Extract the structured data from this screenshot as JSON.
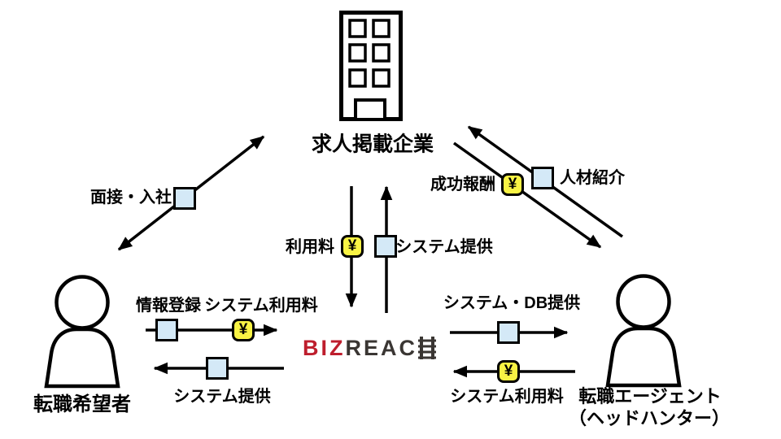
{
  "diagram": {
    "nodes": {
      "company": {
        "label": "求人掲載企業",
        "icon": "building-icon"
      },
      "job_seeker": {
        "label": "転職希望者",
        "icon": "person-icon"
      },
      "agent": {
        "label_line1": "転職エージェント",
        "label_line2": "（ヘッドハンター）",
        "icon": "person-icon"
      },
      "bizreach": {
        "brand_full": "BIZREACH",
        "brand_red_part": "BIZ",
        "brand_dark_part": "REAC",
        "brand_last_letter": "H (stylized ladder)"
      }
    },
    "edges": {
      "interview_join": {
        "label": "面接・入社",
        "from": "job_seeker",
        "to": "company",
        "direction": "both",
        "marker": "square"
      },
      "referral": {
        "label": "人材紹介",
        "from": "agent",
        "to": "company",
        "marker": "square"
      },
      "success_fee": {
        "label": "成功報酬",
        "from": "company",
        "to": "agent",
        "marker": "yen"
      },
      "usage_fee": {
        "label": "利用料",
        "from": "company",
        "to": "bizreach",
        "marker": "yen"
      },
      "system_to_company": {
        "label": "システム提供",
        "from": "bizreach",
        "to": "company",
        "marker": "square"
      },
      "info_registration": {
        "label": "情報登録",
        "from": "job_seeker",
        "to": "bizreach",
        "marker": "square"
      },
      "system_fee_from_seeker": {
        "label": "システム利用料",
        "from": "job_seeker",
        "to": "bizreach",
        "marker": "yen"
      },
      "system_to_seeker": {
        "label": "システム提供",
        "from": "bizreach",
        "to": "job_seeker",
        "marker": "square"
      },
      "system_db_provide": {
        "label": "システム・DB提供",
        "from": "bizreach",
        "to": "agent",
        "marker": "square"
      },
      "system_fee_from_agent": {
        "label": "システム利用料",
        "from": "agent",
        "to": "bizreach",
        "marker": "yen"
      }
    },
    "badge": {
      "yen": "¥"
    },
    "colors": {
      "yen_badge_bg": "#F8F344",
      "square_badge_bg": "#D4E9F7",
      "line": "#000000",
      "logo_red": "#BE1E2D",
      "logo_dark": "#3A3633",
      "background": "#FFFFFF"
    }
  }
}
